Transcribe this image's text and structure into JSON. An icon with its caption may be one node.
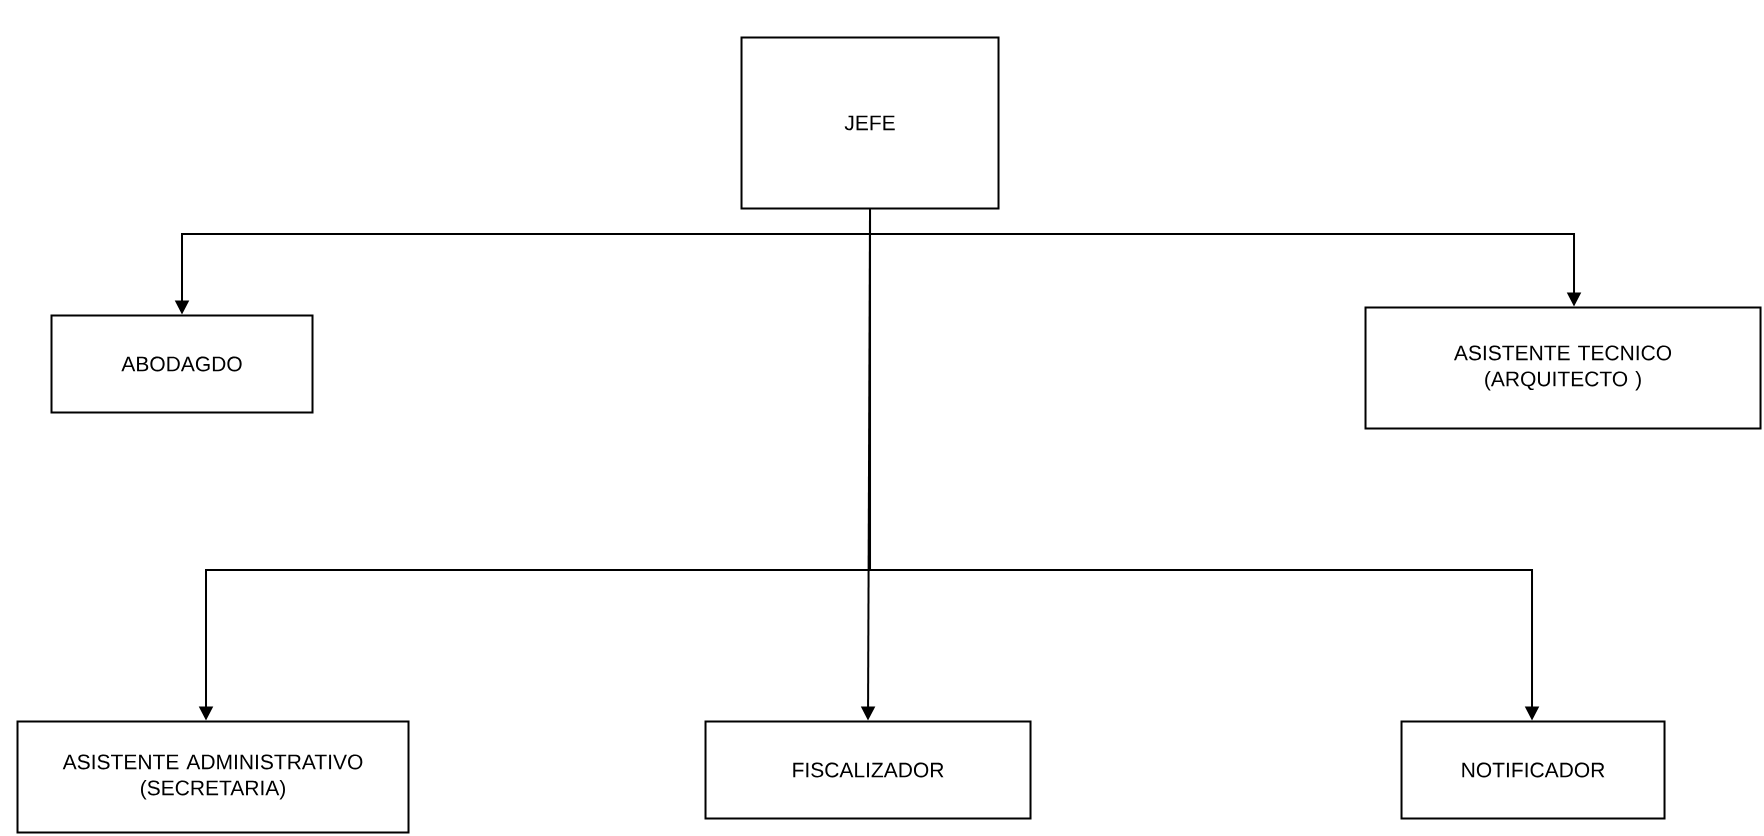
{
  "diagram": {
    "nodes": [
      {
        "text": [
          "JEFE"
        ]
      },
      {
        "text": [
          "ABODAGDO"
        ]
      },
      {
        "text": [
          "ASISTENTE TECNICO (ARQUITECTO )"
        ]
      },
      {
        "text": [
          "ASISTENTE ADMINISTRATIVO (SECRETARIA)"
        ]
      },
      {
        "text": [
          "FISCALIZADOR"
        ]
      },
      {
        "text": [
          "NOTIFICADOR"
        ]
      }
    ],
    "edges": [
      {
        "from": 0,
        "to": 1,
        "arrow": "to"
      },
      {
        "from": 0,
        "to": 2,
        "arrow": "to"
      },
      {
        "from": 0,
        "to": 3,
        "arrow": "to"
      },
      {
        "from": 0,
        "to": 4,
        "arrow": "to"
      },
      {
        "from": 0,
        "to": 5,
        "arrow": "to"
      }
    ]
  }
}
